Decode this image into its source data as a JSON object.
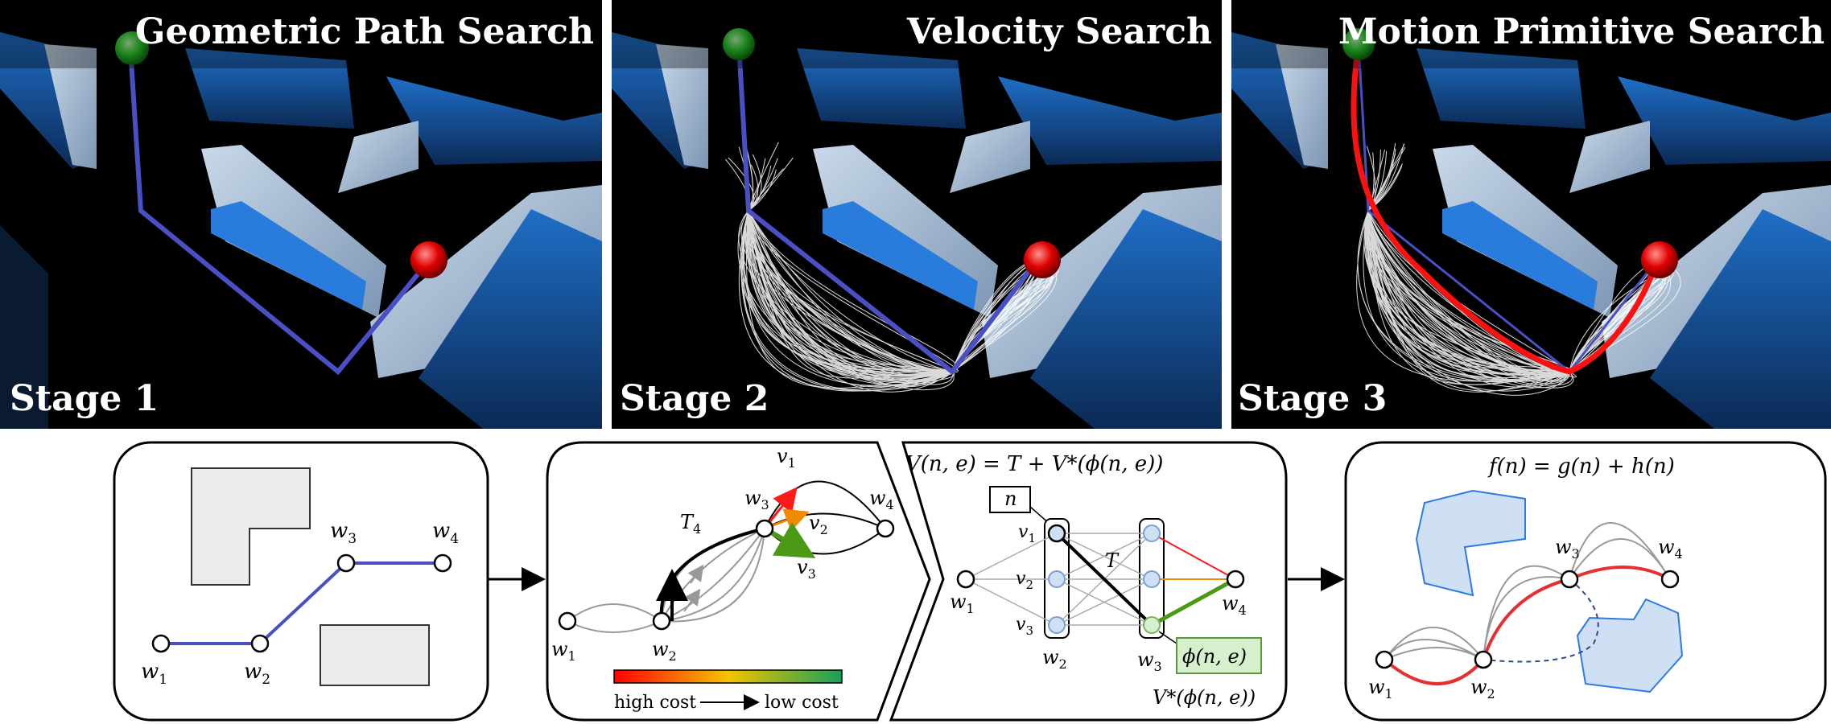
{
  "panels": [
    {
      "title": "Geometric Path Search",
      "stage": "Stage 1"
    },
    {
      "title": "Velocity Search",
      "stage": "Stage 2"
    },
    {
      "title": "Motion Primitive Search",
      "stage": "Stage 3"
    }
  ],
  "diagram1": {
    "w1": "w",
    "w1_sub": "1",
    "w2": "w",
    "w2_sub": "2",
    "w3": "w",
    "w3_sub": "3",
    "w4": "w",
    "w4_sub": "4"
  },
  "diagram2": {
    "w1": "w",
    "w1_sub": "1",
    "w2": "w",
    "w2_sub": "2",
    "w3": "w",
    "w3_sub": "3",
    "w4": "w",
    "w4_sub": "4",
    "T4": "T",
    "T4_sub": "4",
    "v1": "v",
    "v1_sub": "1",
    "v2": "v",
    "v2_sub": "2",
    "v3": "v",
    "v3_sub": "3",
    "legend_high": "high cost",
    "legend_low": "low cost"
  },
  "diagram3": {
    "formula": "V(n, e) = T + V*(ϕ(n, e))",
    "n_box": "n",
    "T": "T",
    "v1": "v",
    "v1_sub": "1",
    "v2": "v",
    "v2_sub": "2",
    "v3": "v",
    "v3_sub": "3",
    "w1": "w",
    "w1_sub": "1",
    "w2": "w",
    "w2_sub": "2",
    "w3": "w",
    "w3_sub": "3",
    "w4": "w",
    "w4_sub": "4",
    "phi_box": "ϕ(n, e)",
    "vstar": "V*(ϕ(n, e))"
  },
  "diagram4": {
    "formula": "f(n) = g(n) + h(n)",
    "w1": "w",
    "w1_sub": "1",
    "w2": "w",
    "w2_sub": "2",
    "w3": "w",
    "w3_sub": "3",
    "w4": "w",
    "w4_sub": "4"
  },
  "colors": {
    "path_blue": "#4a4fc4",
    "wall_blue": "#3a86d6",
    "goal_red": "#e00000",
    "start_green": "#22c022",
    "cost_high": "#ff0000",
    "cost_mid": "#f5c000",
    "cost_low": "#1a9a4a"
  }
}
